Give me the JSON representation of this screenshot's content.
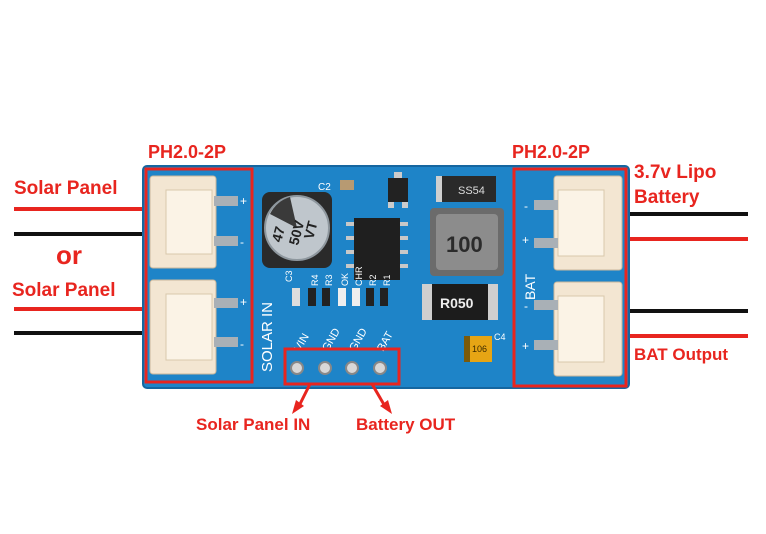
{
  "labels": {
    "connector_left": "PH2.0-2P",
    "connector_right": "PH2.0-2P",
    "solar_panel_top": "Solar Panel",
    "or_text": "or",
    "solar_panel_bottom": "Solar Panel",
    "lipo_line1": "3.7v Lipo",
    "lipo_line2": "Battery",
    "bat_output": "BAT Output",
    "solar_panel_in": "Solar Panel IN",
    "battery_out": "Battery OUT"
  },
  "board_silkscreen": {
    "solar_in": "SOLAR IN",
    "bat": "BAT",
    "pins": [
      "VIN",
      "GND",
      "GND",
      "BAT"
    ],
    "capacitor_text": [
      "47",
      "50V",
      "VT"
    ],
    "inductor": "100",
    "shunt": "R050",
    "diode": "SS54",
    "c2": "C2",
    "c3": "C3",
    "c4": "C4",
    "leds": [
      "CHR",
      "OK"
    ],
    "resistors": [
      "R4",
      "R3",
      "R2",
      "R1"
    ],
    "tantalum": "106",
    "plus": "+",
    "minus": "-"
  },
  "colors": {
    "annotation_red": "#e8251f",
    "pcb_blue": "#1e84c8",
    "connector_cream": "#f3e6d2",
    "wire_black": "#111111"
  }
}
